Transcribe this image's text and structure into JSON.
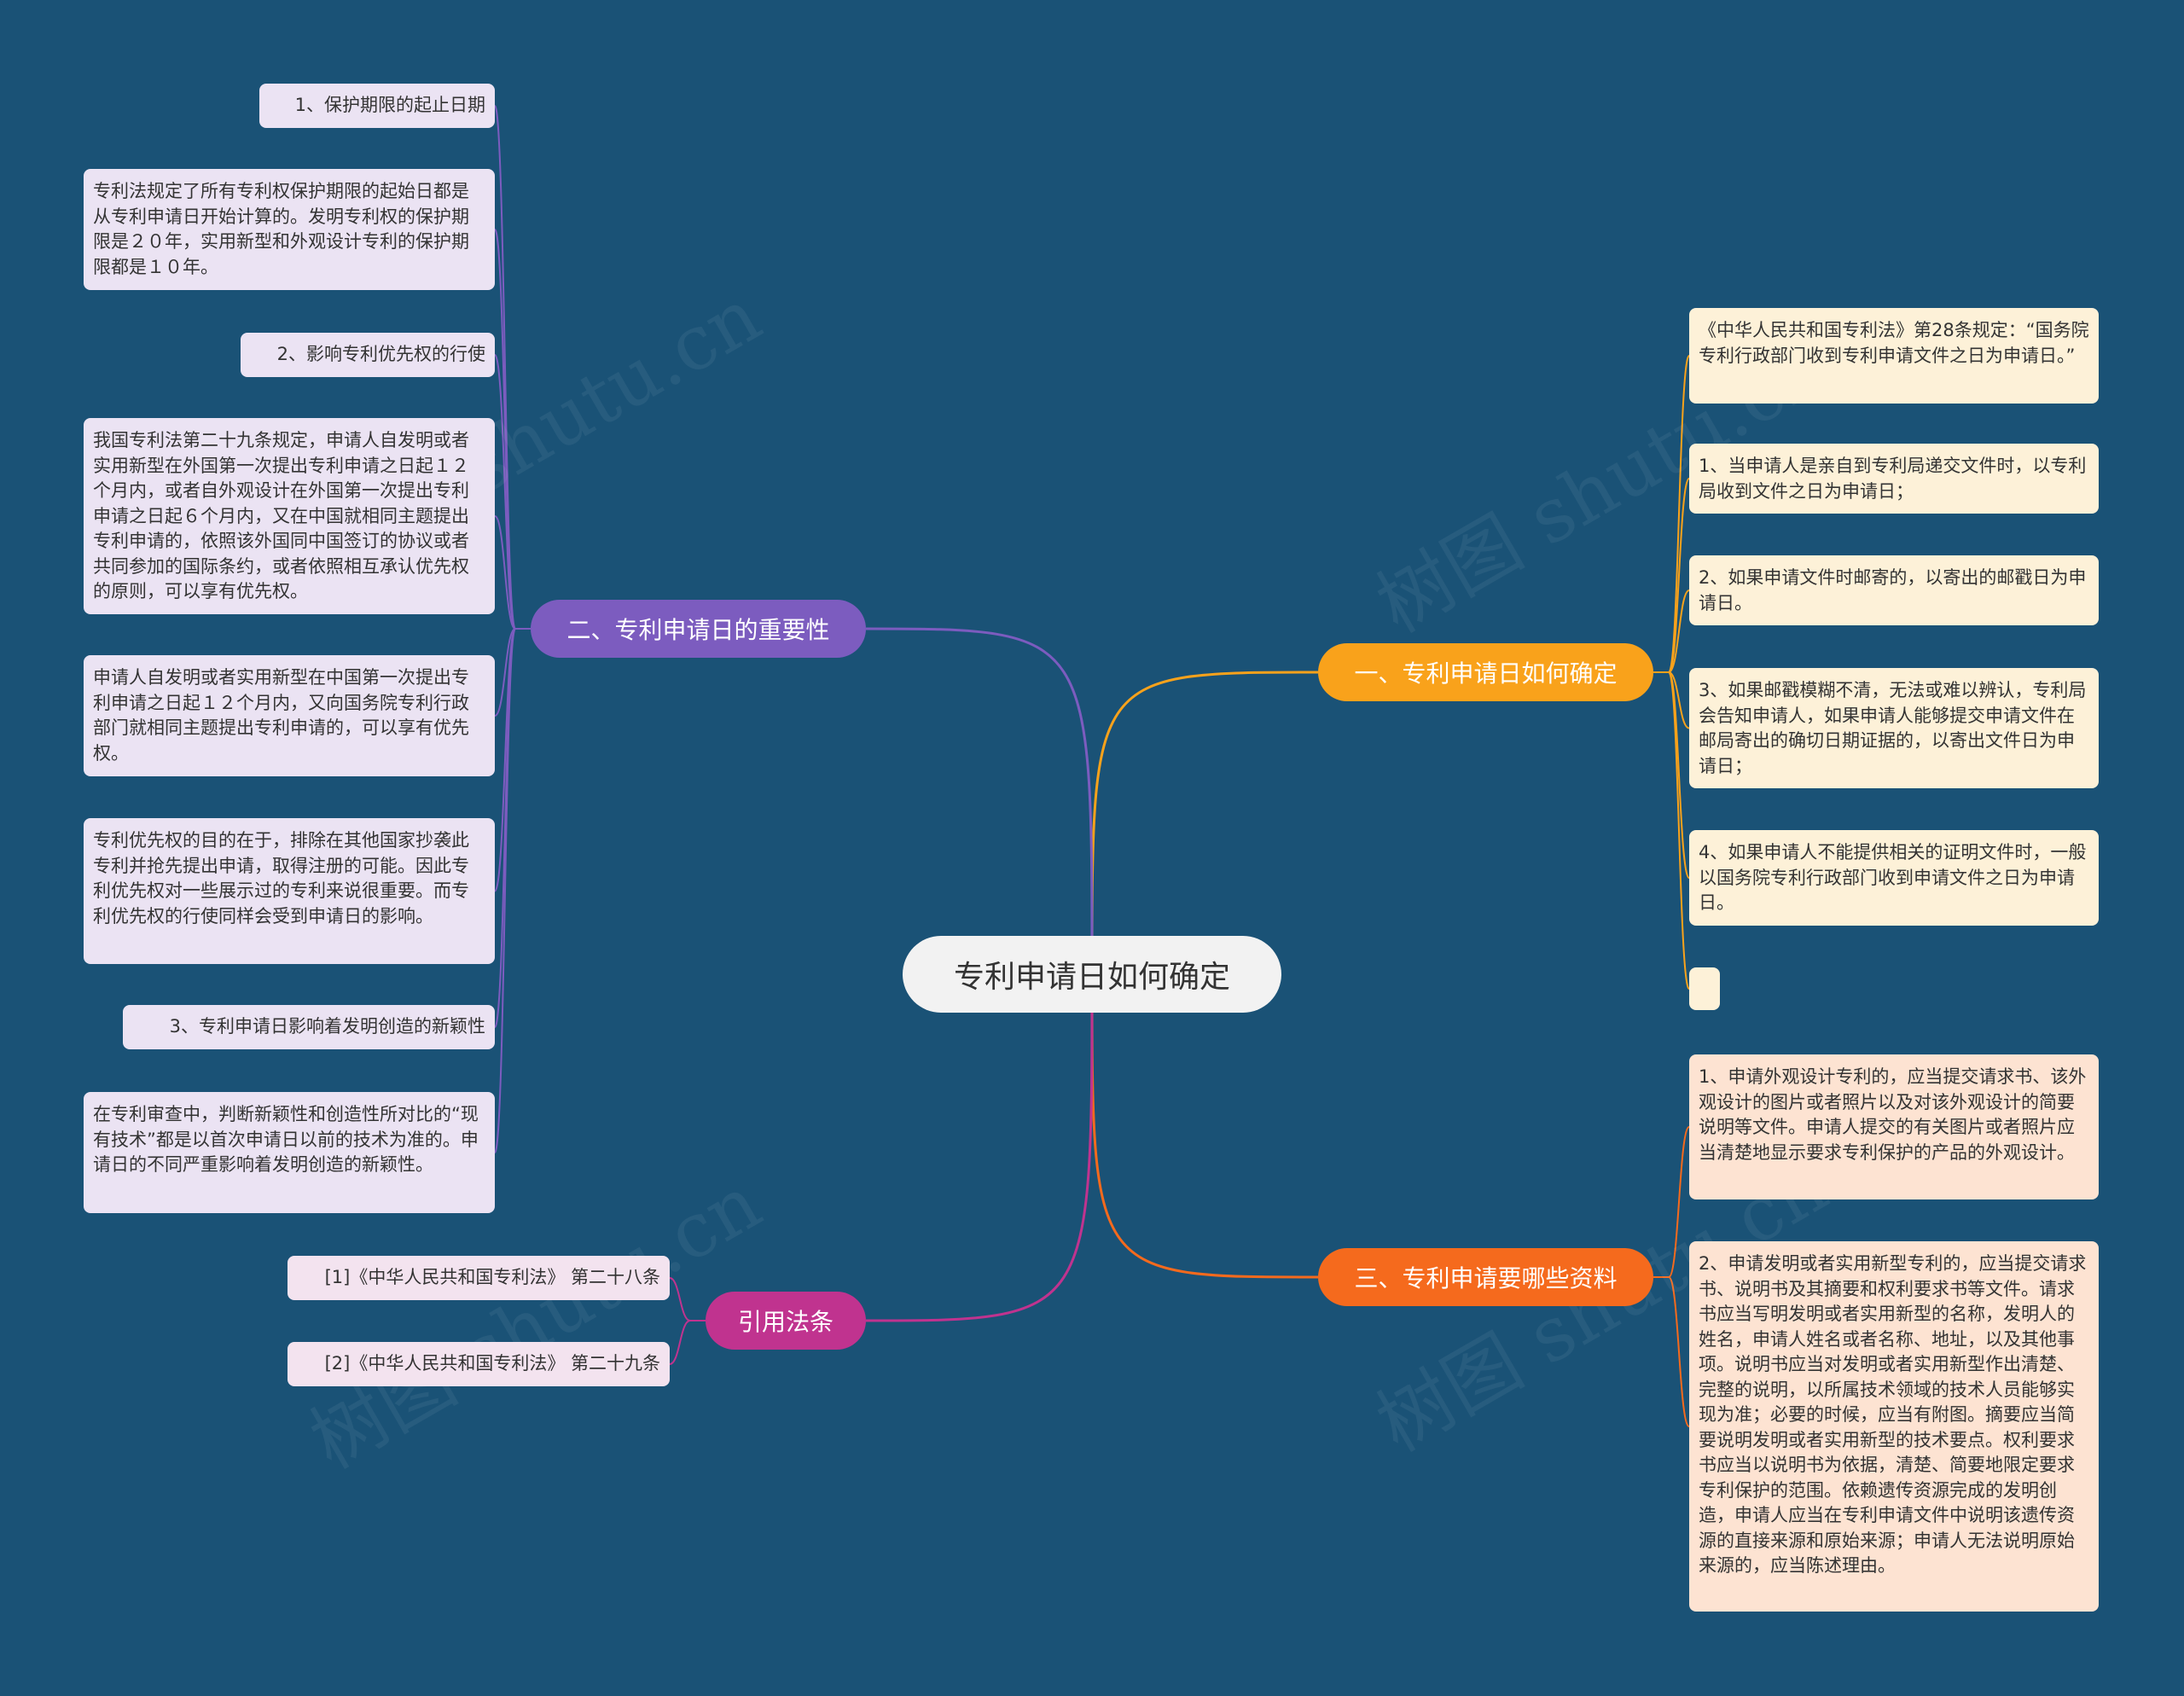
{
  "watermark": "树图 shutu.cn",
  "center": {
    "label": "专利申请日如何确定"
  },
  "branches": {
    "b1": {
      "label": "一、专利申请日如何确定",
      "color": "#f9a21b",
      "items": [
        "《中华人民共和国专利法》第28条规定：“国务院专利行政部门收到专利申请文件之日为申请日。”",
        "1、当申请人是亲自到专利局递交文件时，以专利局收到文件之日为申请日；",
        "2、如果申请文件时邮寄的，以寄出的邮戳日为申请日。",
        "3、如果邮戳模糊不清，无法或难以辨认，专利局会告知申请人，如果申请人能够提交申请文件在邮局寄出的确切日期证据的，以寄出文件日为申请日；",
        "4、如果申请人不能提供相关的证明文件时，一般以国务院专利行政部门收到申请文件之日为申请日。",
        ""
      ]
    },
    "b2": {
      "label": "二、专利申请日的重要性",
      "color": "#7c5cbf",
      "items": [
        "1、保护期限的起止日期",
        "专利法规定了所有专利权保护期限的起始日都是从专利申请日开始计算的。发明专利权的保护期限是２０年，实用新型和外观设计专利的保护期限都是１０年。",
        "2、影响专利优先权的行使",
        "我国专利法第二十九条规定，申请人自发明或者实用新型在外国第一次提出专利申请之日起１２个月内，或者自外观设计在外国第一次提出专利申请之日起６个月内，又在中国就相同主题提出专利申请的，依照该外国同中国签订的协议或者共同参加的国际条约，或者依照相互承认优先权的原则，可以享有优先权。",
        "申请人自发明或者实用新型在中国第一次提出专利申请之日起１２个月内，又向国务院专利行政部门就相同主题提出专利申请的，可以享有优先权。",
        "专利优先权的目的在于，排除在其他国家抄袭此专利并抢先提出申请，取得注册的可能。因此专利优先权对一些展示过的专利来说很重要。而专利优先权的行使同样会受到申请日的影响。",
        "3、专利申请日影响着发明创造的新颖性",
        "在专利审查中，判断新颖性和创造性所对比的“现有技术”都是以首次申请日以前的技术为准的。申请日的不同严重影响着发明创造的新颖性。"
      ]
    },
    "b3": {
      "label": "三、专利申请要哪些资料",
      "color": "#f56a1d",
      "items": [
        "1、申请外观设计专利的，应当提交请求书、该外观设计的图片或者照片以及对该外观设计的简要说明等文件。申请人提交的有关图片或者照片应当清楚地显示要求专利保护的产品的外观设计。",
        "2、申请发明或者实用新型专利的，应当提交请求书、说明书及其摘要和权利要求书等文件。请求书应当写明发明或者实用新型的名称，发明人的姓名，申请人姓名或者名称、地址，以及其他事项。说明书应当对发明或者实用新型作出清楚、完整的说明，以所属技术领域的技术人员能够实现为准；必要的时候，应当有附图。摘要应当简要说明发明或者实用新型的技术要点。权利要求书应当以说明书为依据，清楚、简要地限定要求专利保护的范围。依赖遗传资源完成的发明创造，申请人应当在专利申请文件中说明该遗传资源的直接来源和原始来源；申请人无法说明原始来源的，应当陈述理由。"
      ]
    },
    "b4": {
      "label": "引用法条",
      "color": "#c0338f",
      "items": [
        "[1]《中华人民共和国专利法》 第二十八条",
        "[2]《中华人民共和国专利法》 第二十九条"
      ]
    }
  }
}
